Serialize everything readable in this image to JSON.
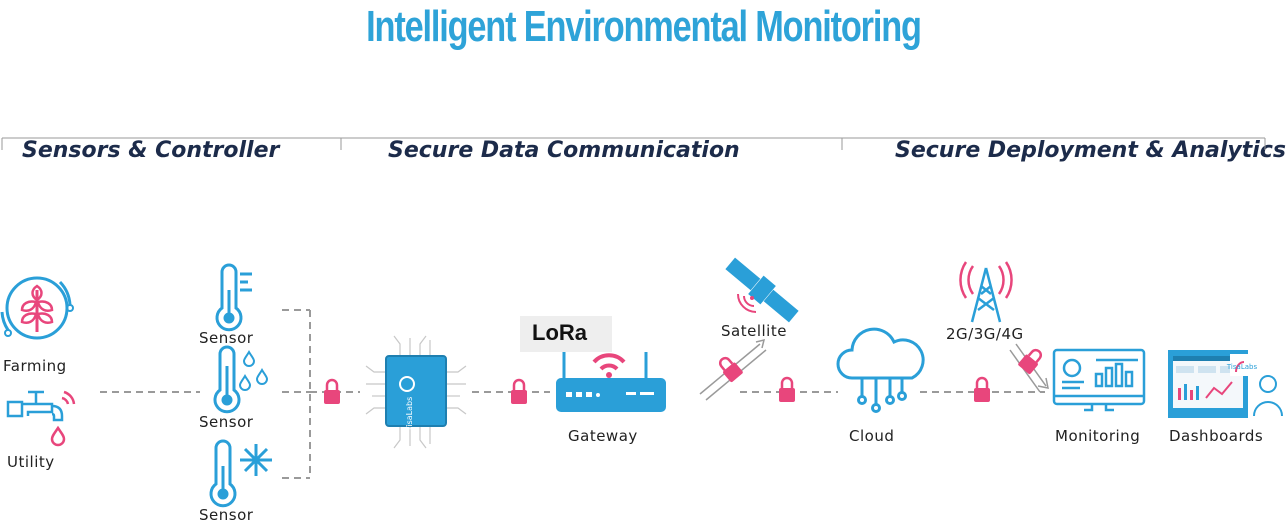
{
  "title": "Intelligent Environmental Monitoring",
  "sections": [
    {
      "label": "Sensors & Controller"
    },
    {
      "label": "Secure Data Communication"
    },
    {
      "label": "Secure Deployment & Analytics"
    }
  ],
  "nodes": {
    "farming": "Farming",
    "utility": "Utility",
    "sensor_top": "Sensor",
    "sensor_mid": "Sensor",
    "sensor_bottom": "Sensor",
    "chip_brand": "TisaLabs",
    "lora": "LoRa",
    "gateway": "Gateway",
    "satellite": "Satellite",
    "cloud": "Cloud",
    "network": "2G/3G/4G",
    "monitoring": "Monitoring",
    "dashboards": "Dashboards",
    "dashboard_brand": "TisaLabs"
  },
  "colors": {
    "title": "#2ea3d8",
    "icon_blue": "#2a9fd8",
    "accent_pink": "#e8467c",
    "section_text": "#1c2b4a",
    "connector": "#9a9a9a"
  },
  "icons": [
    "wheat-icon",
    "faucet-icon",
    "thermometer-icon",
    "snowflake-icon",
    "microchip-icon",
    "lock-icon",
    "router-icon",
    "satellite-icon",
    "cloud-icon",
    "cell-tower-icon",
    "monitor-icon",
    "dashboard-icon"
  ]
}
